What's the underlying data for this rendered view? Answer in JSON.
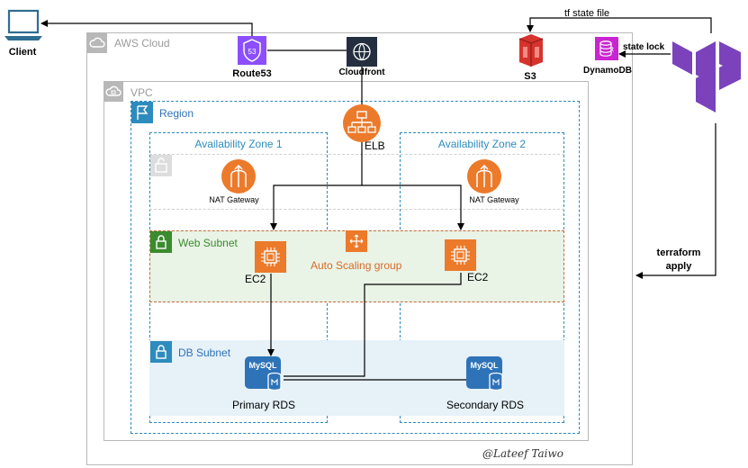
{
  "labels": {
    "client": "Client",
    "aws_cloud": "AWS Cloud",
    "route53": "Route53",
    "cloudfront": "Cloudfront",
    "s3": "S3",
    "dynamodb": "DynamoDB",
    "tf_state_file": "tf state file",
    "state_lock": "state lock",
    "terraform_apply_line1": "terraform",
    "terraform_apply_line2": "apply",
    "vpc": "VPC",
    "region": "Region",
    "elb": "ELB",
    "az1": "Availability Zone 1",
    "az2": "Availability Zone 2",
    "nat_gateway_1": "NAT Gateway",
    "nat_gateway_2": "NAT Gateway",
    "web_subnet": "Web Subnet",
    "auto_scaling_group": "Auto Scaling group",
    "ec2_1": "EC2",
    "ec2_2": "EC2",
    "db_subnet": "DB Subnet",
    "mysql_1": "MySQL",
    "mysql_2": "MySQL",
    "primary_rds": "Primary RDS",
    "secondary_rds": "Secondary RDS",
    "watermark": "@Lateef Taiwo",
    "route53_badge": "53"
  },
  "colors": {
    "aws_cloud_border": "#b8b8b8",
    "region_border": "#2e8bbd",
    "web_subnet_fill": "#e9f3e6",
    "web_subnet_accent": "#3a8c2e",
    "db_subnet_fill": "#e6f1f8",
    "orange": "#ec7a2b",
    "route53_purple": "#8c4fff",
    "dynamodb_pink": "#c925d1",
    "s3_red": "#d6332c",
    "terraform_purple": "#7b42bc",
    "rds_blue": "#2e73b8"
  }
}
